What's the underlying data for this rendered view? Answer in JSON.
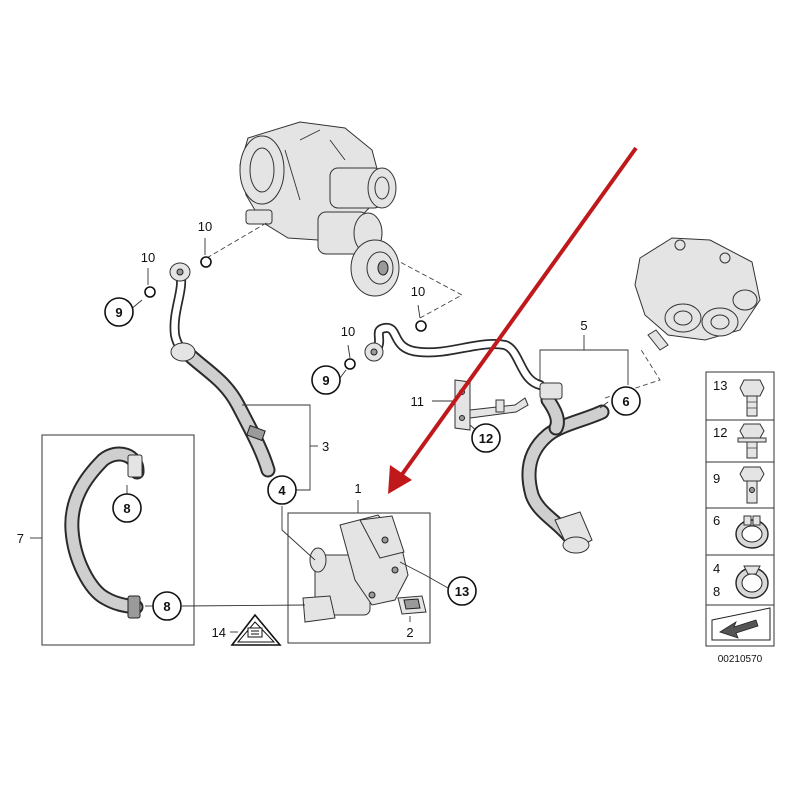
{
  "diagram": {
    "callouts": {
      "c1": "1",
      "c2": "2",
      "c3": "3",
      "c4": "4",
      "c5": "5",
      "c6": "6",
      "c7": "7",
      "c8a": "8",
      "c8b": "8",
      "c9a": "9",
      "c9b": "9",
      "c10a": "10",
      "c10b": "10",
      "c10c": "10",
      "c10d": "10",
      "c11": "11",
      "c12": "12",
      "c13": "13",
      "c14": "14"
    },
    "legend": {
      "items": [
        {
          "number": "13",
          "icon": "hex-bolt-icon"
        },
        {
          "number": "12",
          "icon": "hex-bolt-short-icon"
        },
        {
          "number": "9",
          "icon": "hollow-bolt-icon"
        },
        {
          "number": "6",
          "icon": "spring-clamp-icon"
        },
        {
          "number": "4",
          "number2": "8",
          "icon": "hose-clamp-icon"
        }
      ],
      "arrow_icon": "direction-arrow-icon"
    },
    "diagram_code": "00210570",
    "colors": {
      "highlight_arrow": "#c0191c",
      "line": "#333333"
    }
  }
}
